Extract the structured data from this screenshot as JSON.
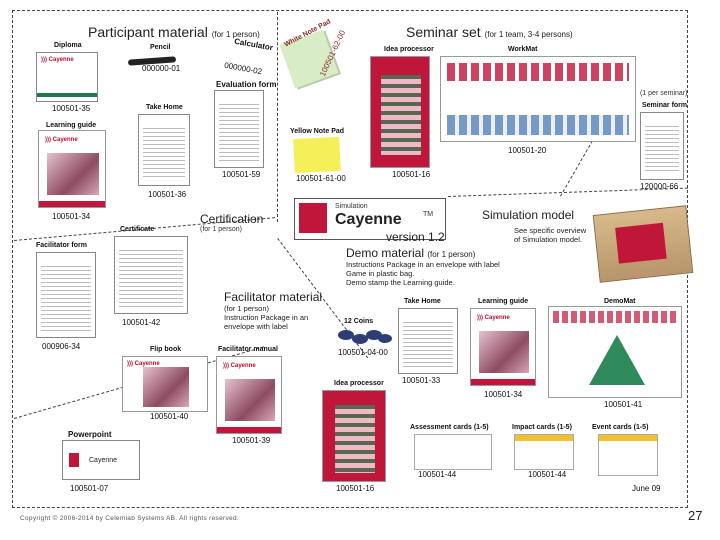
{
  "sections": {
    "participant": {
      "title": "Participant material",
      "sub": "(for 1 person)"
    },
    "seminar": {
      "title": "Seminar set",
      "sub": "(for 1 team, 3-4 persons)"
    },
    "certification": {
      "title": "Certification",
      "sub": "(for 1 person)"
    },
    "simulation": {
      "title": "Simulation model",
      "note1": "See specific overview",
      "note2": "of Simulation model."
    },
    "demo": {
      "title": "Demo material",
      "sub": "(for 1 person)",
      "line1": "Instructions Package in an envelope with label",
      "line2": "Game in plastic bag.",
      "line3": "Demo stamp the Learning guide."
    },
    "facilitator": {
      "title": "Facilitator material",
      "sub": "(for 1 person)",
      "line1": "Instruction Package in an",
      "line2": "envelope with label"
    },
    "center": {
      "brand_small": "Simulation",
      "brand": "Cayenne",
      "tm": "TM",
      "version": "version 1.2"
    }
  },
  "items": {
    "diploma": "Diploma",
    "pencil": "Pencil",
    "calculator": "Calculator",
    "pencil_code": "000000-01",
    "calc_code": "000000-02",
    "evaluation": "Evaluation form",
    "eval_code": "100501-59",
    "takehome": "Take Home",
    "takehome_code": "100501-36",
    "diploma_code": "100501-35",
    "learning": "Learning guide",
    "learning_code": "100501-34",
    "whitepad": "White Note Pad",
    "white_code": "100501-62-00",
    "idea": "Idea processor",
    "workmat": "WorkMat",
    "idea_code": "100501-16",
    "workmat_code": "100501-20",
    "yellowpad": "Yellow Note Pad",
    "yellow_code": "100501-61-00",
    "perseminar": "(1 per seminar)",
    "seminarform": "Seminar form",
    "seminarform_code": "120000-66",
    "certificate": "Certificate",
    "facform": "Facilitator form",
    "certificate_code": "100501-42",
    "facform_code": "000906-34",
    "flipbook": "Flip book",
    "flip_code": "100501-40",
    "facmanual": "Facilitator manual",
    "facmanual_code": "100501-39",
    "powerpoint": "Powerpoint",
    "ppt_brand": "Cayenne",
    "ppt_code": "100501-07",
    "demo_takehome": "Take Home",
    "demo_learning": "Learning guide",
    "demomat": "DemoMat",
    "coins": "12 Coins",
    "coins_code": "100501-04-00",
    "demo_th_code": "100501-33",
    "demo_lg_code": "100501-34",
    "demomat_code": "100501-41",
    "demo_idea": "Idea processor",
    "demo_idea_code": "100501-16",
    "assess": "Assessment cards (1-5)",
    "impact": "Impact cards (1-5)",
    "event": "Event cards (1-5)",
    "assess_code": "100501-44",
    "impact_code": "100501-44",
    "event_code": "June 09"
  },
  "footer": {
    "copyright": "Copyright © 2006-2014 by Celemiab Systems AB. All rights reserved.",
    "page": "27"
  },
  "colors": {
    "brand_red": "#c0163a",
    "note_green": "#d9ecc8",
    "note_yellow": "#f5ef5a",
    "coin_blue": "#2c3e73"
  }
}
